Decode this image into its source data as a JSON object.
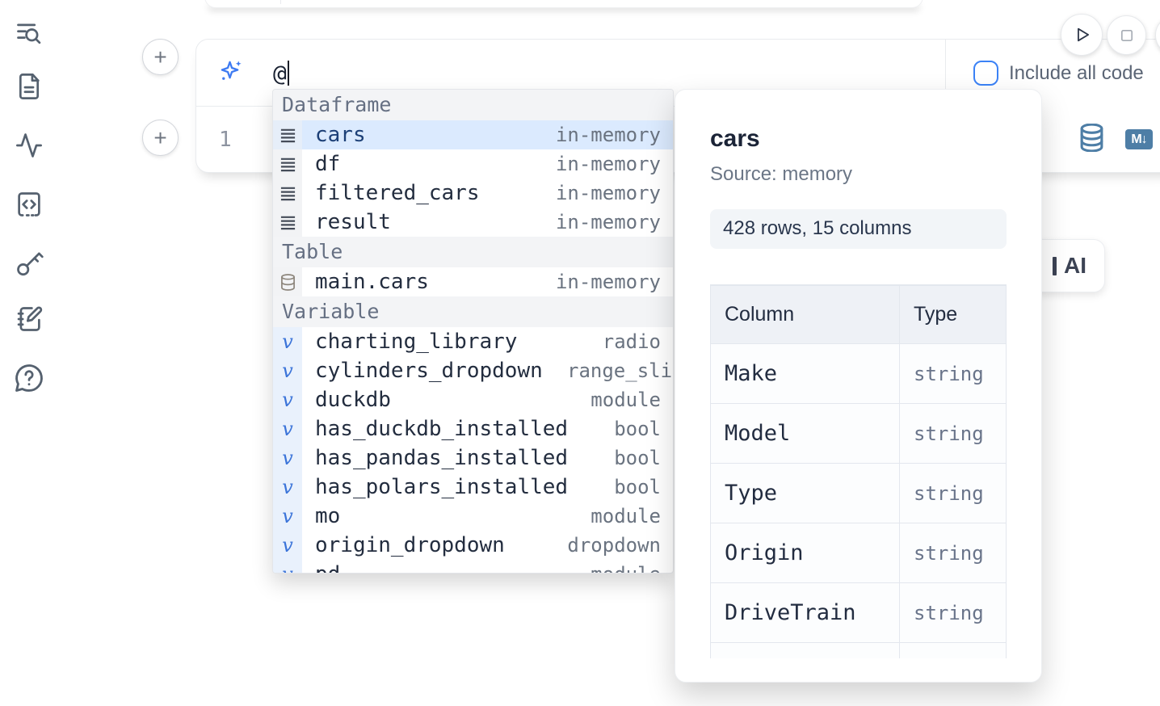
{
  "colors": {
    "accent_blue": "#3b82f6",
    "selection_bg": "#dbeafe",
    "steel_blue_icon": "#4e7ea6"
  },
  "sidebar": {
    "items": [
      {
        "icon": "toc-search-icon"
      },
      {
        "icon": "file-document-icon"
      },
      {
        "icon": "activity-icon"
      },
      {
        "icon": "code-snippet-icon"
      },
      {
        "icon": "key-icon"
      },
      {
        "icon": "notebook-pen-icon"
      },
      {
        "icon": "help-chat-icon"
      }
    ]
  },
  "toolbar": {
    "run_button": "play",
    "stop_button": "square"
  },
  "composer": {
    "prompt_text": "@",
    "include_all_code_label": "Include all code",
    "sparkle_icon": "ai-sparkle-icon"
  },
  "cell": {
    "line_number": "1",
    "actions": [
      {
        "icon": "database-icon"
      },
      {
        "icon": "markdown-icon",
        "label": "M↓"
      }
    ]
  },
  "add_buttons": {
    "label": "+"
  },
  "ai_button": {
    "visible_label": "AI"
  },
  "autocomplete": {
    "sections": [
      {
        "label": "Dataframe",
        "items": [
          {
            "icon": "rows",
            "name": "cars",
            "type": "in-memory",
            "selected": true
          },
          {
            "icon": "rows",
            "name": "df",
            "type": "in-memory"
          },
          {
            "icon": "rows",
            "name": "filtered_cars",
            "type": "in-memory"
          },
          {
            "icon": "rows",
            "name": "result",
            "type": "in-memory"
          }
        ]
      },
      {
        "label": "Table",
        "items": [
          {
            "icon": "database",
            "name": "main.cars",
            "type": "in-memory"
          }
        ]
      },
      {
        "label": "Variable",
        "items": [
          {
            "icon": "v",
            "name": "charting_library",
            "type": "radio"
          },
          {
            "icon": "v",
            "name": "cylinders_dropdown",
            "type": "range_slider",
            "type_clipped": true
          },
          {
            "icon": "v",
            "name": "duckdb",
            "type": "module"
          },
          {
            "icon": "v",
            "name": "has_duckdb_installed",
            "type": "bool"
          },
          {
            "icon": "v",
            "name": "has_pandas_installed",
            "type": "bool"
          },
          {
            "icon": "v",
            "name": "has_polars_installed",
            "type": "bool"
          },
          {
            "icon": "v",
            "name": "mo",
            "type": "module"
          },
          {
            "icon": "v",
            "name": "origin_dropdown",
            "type": "dropdown"
          },
          {
            "icon": "v",
            "name": "pd",
            "type": "module"
          }
        ]
      }
    ]
  },
  "preview": {
    "title": "cars",
    "source": "Source: memory",
    "shape_badge": "428 rows, 15 columns",
    "table": {
      "headers": [
        "Column",
        "Type"
      ],
      "rows": [
        [
          "Make",
          "string"
        ],
        [
          "Model",
          "string"
        ],
        [
          "Type",
          "string"
        ],
        [
          "Origin",
          "string"
        ],
        [
          "DriveTrain",
          "string"
        ]
      ],
      "clipped_extra_row": true
    }
  }
}
